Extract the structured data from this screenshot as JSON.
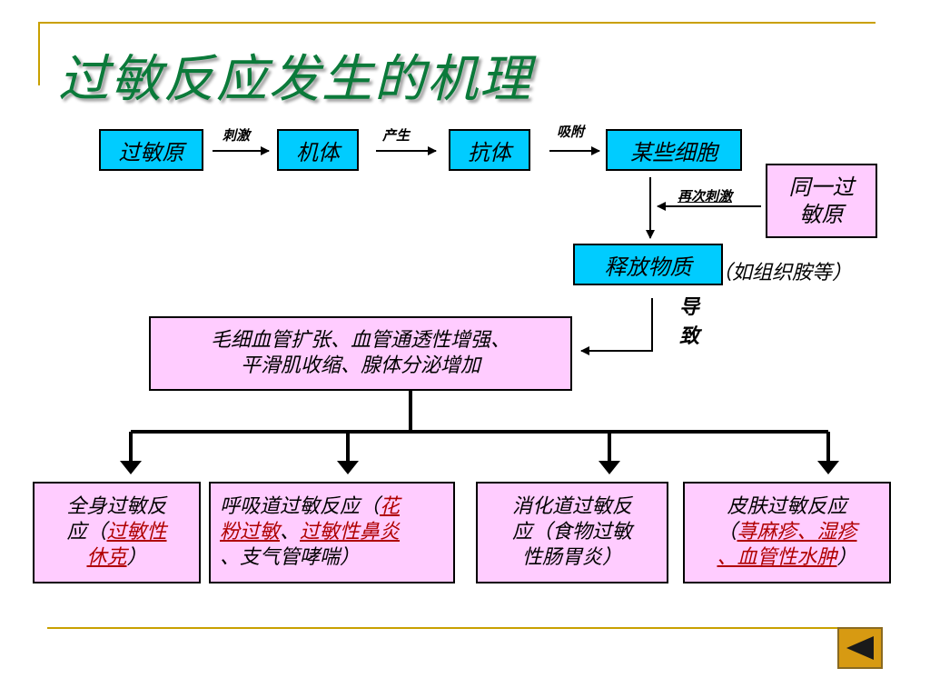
{
  "title": "过敏反应发生的机理",
  "row1": {
    "allergen": "过敏原",
    "body": "机体",
    "antibody": "抗体",
    "cells": "某些细胞",
    "label_stimulate": "刺激",
    "label_produce": "产生",
    "label_adsorb": "吸附"
  },
  "same_allergen": {
    "line1": "同一过",
    "line2": "敏原"
  },
  "label_restimulate": "再次刺激",
  "release": "释放物质",
  "release_note": "（如组织胺等）",
  "label_cause": {
    "c1": "导",
    "c2": "致"
  },
  "effects": {
    "line1": "毛细血管扩张、血管通透性增强、",
    "line2": "平滑肌收缩、腺体分泌增加"
  },
  "reactions": {
    "systemic": {
      "t1": "全身过敏反",
      "t2": "应（",
      "r1": "过敏性",
      "r2": "休克",
      "t3": "）"
    },
    "respiratory": {
      "t1": "呼吸道过敏反应（",
      "r1": "花",
      "r2": "粉过敏",
      "t2": "、",
      "r3": "过敏性鼻炎",
      "t3": "、支气管哮喘）"
    },
    "digestive": {
      "t1": "消化道过敏反",
      "t2": "应（食物过敏",
      "t3": "性肠胃炎）"
    },
    "skin": {
      "t1": "皮肤过敏反应",
      "t2": "（",
      "r1": "荨麻疹、湿疹",
      "r2": "、血管性水肿",
      "t3": "）"
    }
  },
  "colors": {
    "title": "#0b7a3a",
    "cyan_box": "#00ccff",
    "pink_box": "#ffccff",
    "rule": "#c9a000",
    "nav": "#d79a12"
  },
  "icons": {
    "nav": "back-triangle-icon"
  }
}
